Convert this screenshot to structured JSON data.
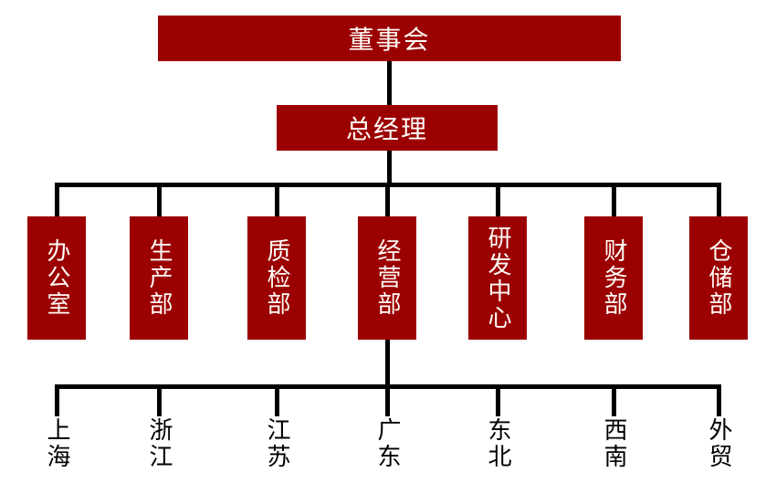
{
  "org": {
    "title": "company-organization-chart",
    "root": {
      "label": "董事会"
    },
    "manager": {
      "label": "总经理"
    },
    "departments": [
      {
        "label": "办公室"
      },
      {
        "label": "生产部"
      },
      {
        "label": "质检部"
      },
      {
        "label": "经营部"
      },
      {
        "label": "研发中心"
      },
      {
        "label": "财务部"
      },
      {
        "label": "仓储部"
      }
    ],
    "regions": [
      {
        "label": "上海"
      },
      {
        "label": "浙江"
      },
      {
        "label": "江苏"
      },
      {
        "label": "广东"
      },
      {
        "label": "东北"
      },
      {
        "label": "西南"
      },
      {
        "label": "外贸"
      }
    ]
  },
  "colors": {
    "box_fill": "#9c0101",
    "box_text": "#fffdf8",
    "connector": "#000000",
    "region_text": "#000000",
    "background": "#ffffff"
  }
}
